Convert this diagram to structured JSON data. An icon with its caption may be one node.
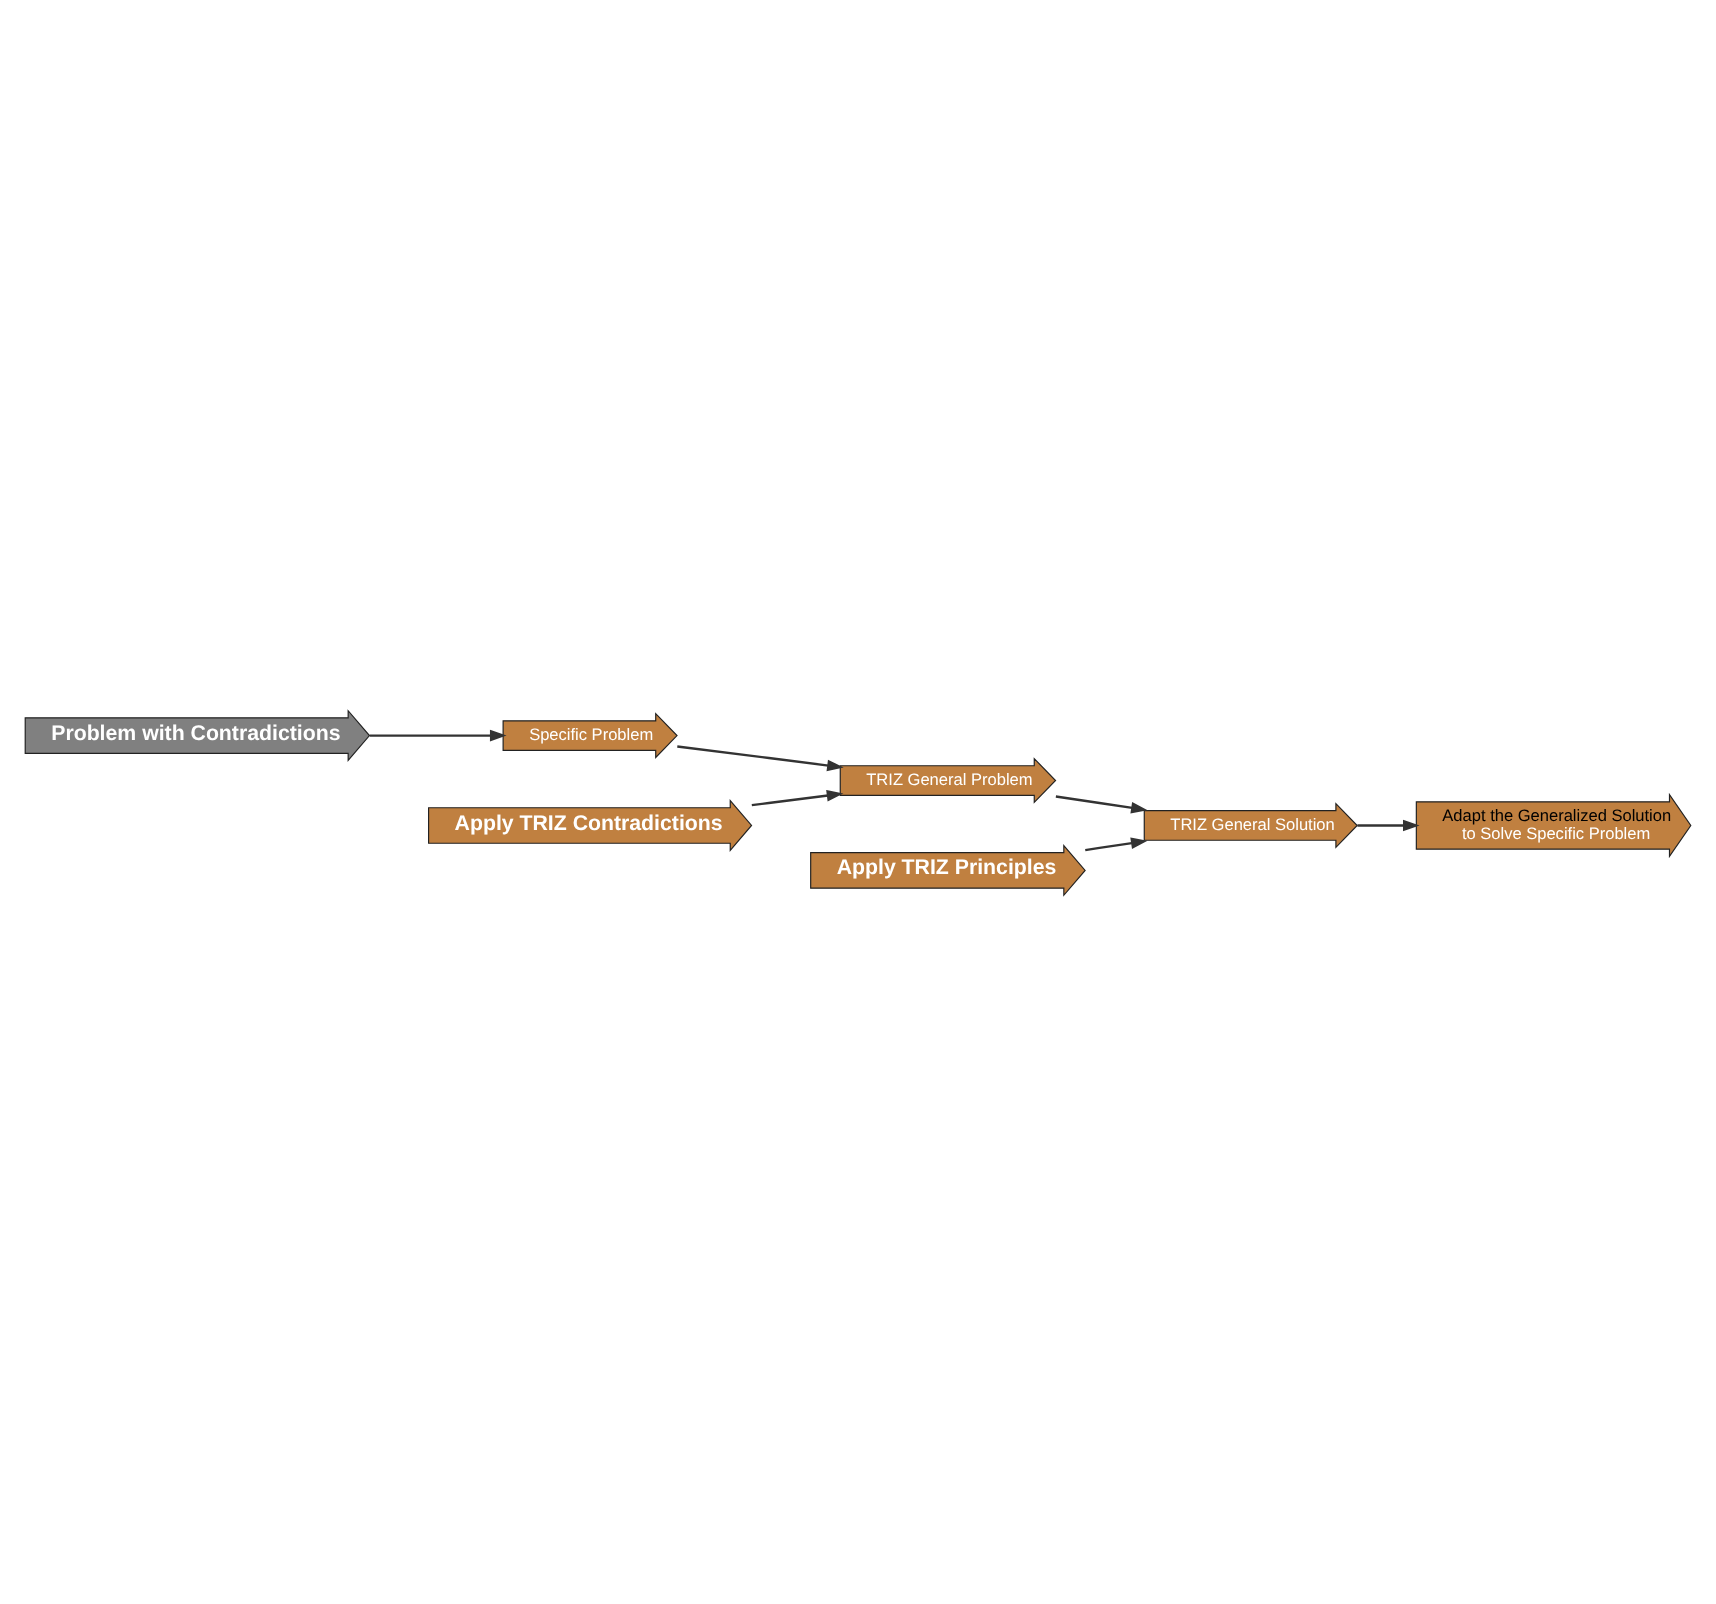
{
  "diagram": {
    "nodes": [
      {
        "text": [
          "Problem with Contradictions"
        ]
      },
      {
        "text": [
          "Specific Problem"
        ]
      },
      {
        "text": [
          "TRIZ General Problem"
        ]
      },
      {
        "text": [
          "TRIZ General Solution"
        ]
      },
      {
        "text": [
          "Adapt the Generalized Solution",
          "to Solve Specific Problem"
        ]
      },
      {
        "text": [
          "Apply TRIZ Principles"
        ]
      },
      {
        "text": [
          "Apply TRIZ Contradictions"
        ]
      }
    ],
    "edges": [
      {
        "from": 0,
        "to": 1,
        "arrow": "to"
      },
      {
        "from": 1,
        "to": 2,
        "arrow": "to"
      },
      {
        "from": 6,
        "to": 2,
        "arrow": "to"
      },
      {
        "from": 2,
        "to": 3,
        "arrow": "to"
      },
      {
        "from": 5,
        "to": 3,
        "arrow": "to"
      },
      {
        "from": 3,
        "to": 4,
        "arrow": "to"
      }
    ]
  }
}
